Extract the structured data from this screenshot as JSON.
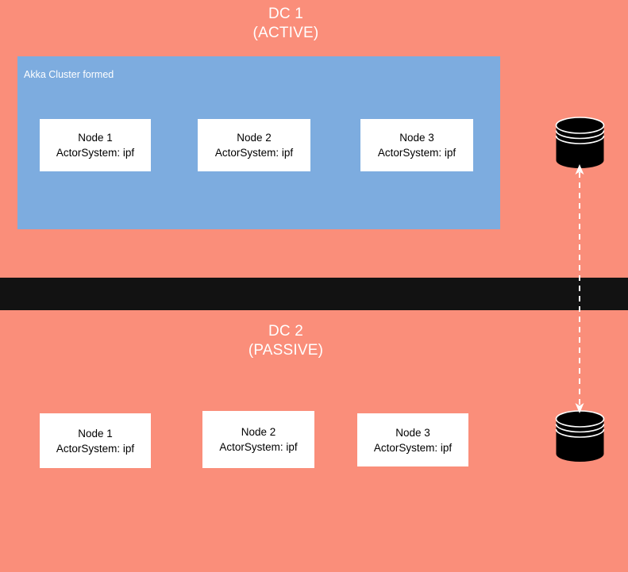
{
  "diagram": {
    "background_color": "#fa8e7a",
    "cluster_color": "#7dacdf",
    "divider_color": "#121212",
    "node_color": "#ffffff",
    "database_color": "#000000",
    "connector_color": "#ffffff"
  },
  "dc1": {
    "title": "DC 1\n(ACTIVE)",
    "title_line_1": "DC 1",
    "title_line_2": "(ACTIVE)",
    "cluster_label": "Akka Cluster formed",
    "nodes": [
      {
        "name": "Node 1",
        "actor_system": "ActorSystem: ipf"
      },
      {
        "name": "Node 2",
        "actor_system": "ActorSystem: ipf"
      },
      {
        "name": "Node 3",
        "actor_system": "ActorSystem: ipf"
      }
    ],
    "database": {
      "icon": "database-cylinder-icon"
    }
  },
  "dc2": {
    "title": "DC 2\n(PASSIVE)",
    "title_line_1": "DC 2",
    "title_line_2": "(PASSIVE)",
    "nodes": [
      {
        "name": "Node 1",
        "actor_system": "ActorSystem: ipf"
      },
      {
        "name": "Node 2",
        "actor_system": "ActorSystem: ipf"
      },
      {
        "name": "Node 3",
        "actor_system": "ActorSystem: ipf"
      }
    ],
    "database": {
      "icon": "database-cylinder-icon"
    }
  },
  "connector": {
    "style": "dashed",
    "direction": "bidirectional",
    "label": ""
  }
}
